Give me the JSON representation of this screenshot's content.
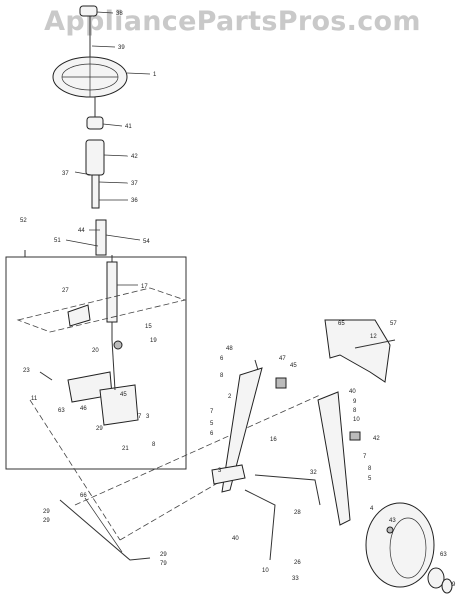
{
  "watermark": "AppliancePartsPros.com",
  "callouts": {
    "c38": "38",
    "c39": "39",
    "c1": "1",
    "c41": "41",
    "c42": "42",
    "c37a": "37",
    "c37b": "37",
    "c36": "36",
    "c52": "52",
    "c44": "44",
    "c51": "51",
    "c54": "54",
    "c17": "17",
    "c27": "27",
    "c15": "15",
    "c19": "19",
    "c20": "20",
    "c23": "23",
    "c11": "11",
    "c63": "63",
    "c46": "46",
    "c45": "45",
    "c29a": "29",
    "c21": "21",
    "c7a": "7",
    "c3a": "3",
    "c8a": "8",
    "c65": "65",
    "c12": "12",
    "c57": "57",
    "c47": "47",
    "c48": "48",
    "c6a": "6",
    "c8b": "8",
    "c2": "2",
    "c7b": "7",
    "c5a": "5",
    "c6b": "6",
    "c45b": "45",
    "c16": "16",
    "c40a": "40",
    "c9a": "9",
    "c8c": "8",
    "c10a": "10",
    "c42b": "42",
    "c3b": "3",
    "c7c": "7",
    "c8d": "8",
    "c5b": "5",
    "c32": "32",
    "c66": "66",
    "c29b": "29",
    "c29c": "29",
    "c40b": "40",
    "c28": "28",
    "c4": "4",
    "c29d": "29",
    "c79": "79",
    "c10b": "10",
    "c26": "26",
    "c33": "33",
    "c43": "43",
    "c63b": "63",
    "c9b": "9"
  }
}
